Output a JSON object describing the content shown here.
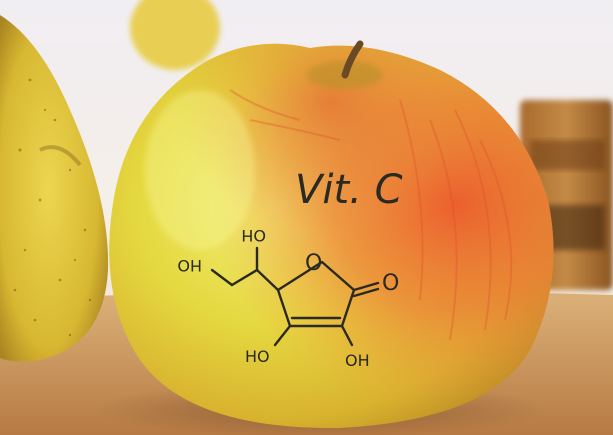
{
  "photo": {
    "subject": "apple with vitamin C molecule drawn on it",
    "handwriting": {
      "title": "Vit. C",
      "labels": [
        "OH",
        "HO",
        "O",
        "O",
        "HO",
        "OH"
      ]
    },
    "colors": {
      "apple_yellow": "#e9e04a",
      "apple_red": "#e8643a",
      "pear_yellow": "#d9c23c",
      "wood": "#c9955a",
      "background": "#f2f0f2",
      "ink": "#2a2a22"
    }
  }
}
